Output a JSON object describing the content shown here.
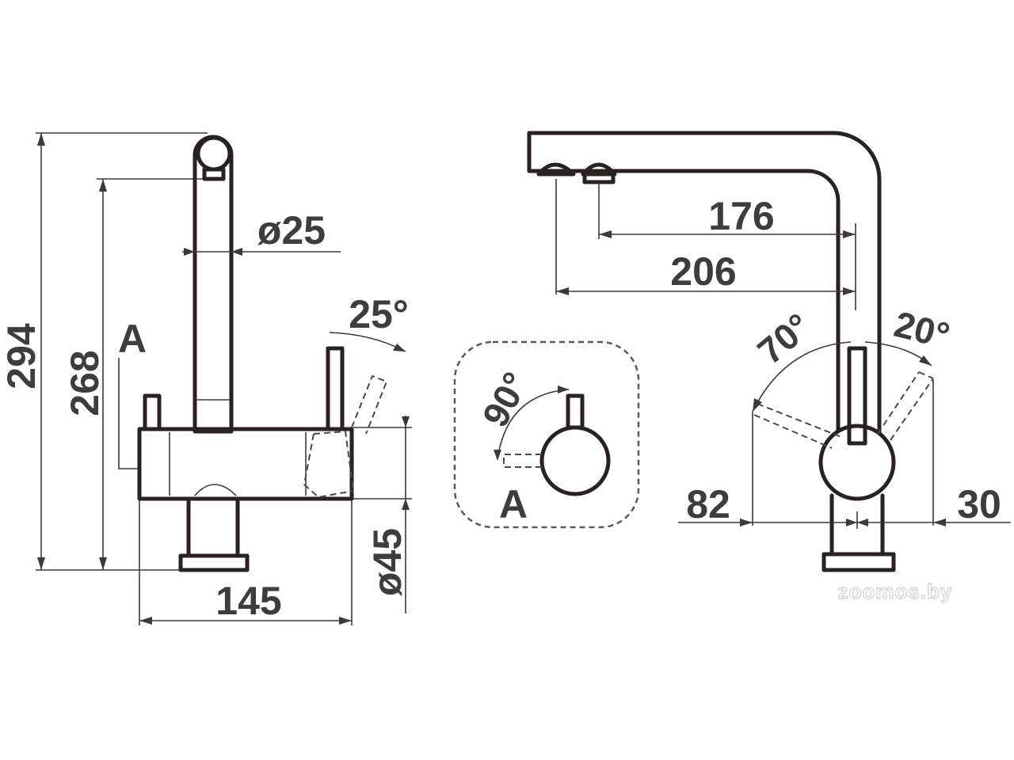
{
  "drawing": {
    "side_view": {
      "height_total": "294",
      "height_spout": "268",
      "spout_diameter": "ø25",
      "handle_angle": "25°",
      "body_diameter": "ø45",
      "width": "145",
      "section_mark": "A"
    },
    "detail_a": {
      "angle": "90°",
      "label": "A"
    },
    "front_view": {
      "reach_inner": "176",
      "reach_outer": "206",
      "rotation_left": "70°",
      "rotation_right": "20°",
      "offset_left": "82",
      "offset_right": "30"
    },
    "watermark": "zoomos.by"
  }
}
